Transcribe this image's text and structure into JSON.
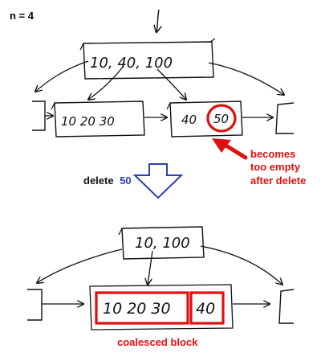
{
  "header": {
    "n_label": "n = 4"
  },
  "top_tree": {
    "root_keys": "10, 40, 100",
    "left_leaf_keys": "10 20 30",
    "right_leaf_key": "40",
    "deleted_key": "50"
  },
  "callout": {
    "line1": "becomes",
    "line2": "too empty",
    "line3": "after delete"
  },
  "operation": {
    "label": "delete",
    "key": "50"
  },
  "bottom_tree": {
    "root_keys": "10, 100",
    "merged_keys_a": "10 20 30",
    "merged_keys_b": "40",
    "caption": "coalesced block"
  },
  "colors": {
    "ink": "#111111",
    "highlight_red": "#e01010",
    "accent_blue": "#2b3fb0"
  }
}
